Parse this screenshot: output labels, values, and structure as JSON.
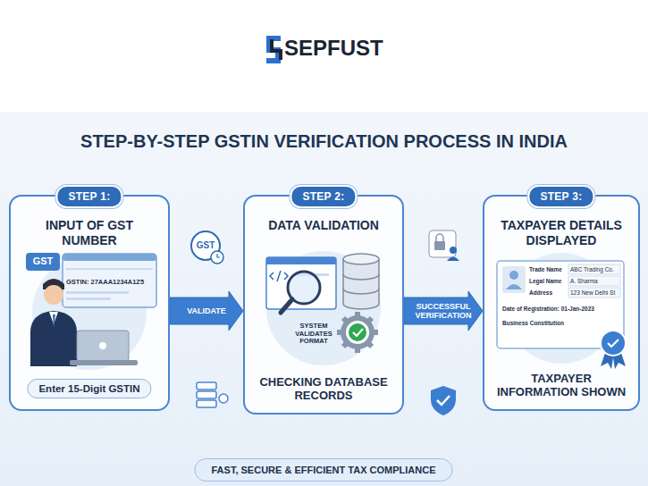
{
  "diagram": {
    "title": "STEP-BY-STEP GSTIN VERIFICATION PROCESS IN INDIA",
    "nodes": [
      {
        "text": [
          "INPUT OF GST NUMBER"
        ]
      },
      {
        "text": [
          "STEP 1:"
        ],
        "in": 0
      },
      {
        "text": [
          "Enter 15-Digit GSTIN"
        ],
        "in": 0
      },
      {
        "text": [
          "DATA VALIDATION",
          "CHECKING DATABASE RECORDS"
        ]
      },
      {
        "text": [
          "STEP 2:"
        ],
        "in": 3
      },
      {
        "text": [
          "TAXPAYER DETAILS DISPLAYED",
          "TAXPAYER INFORMATION SHOWN"
        ]
      },
      {
        "text": [
          "STEP 3:"
        ],
        "in": 5
      },
      {
        "text": [
          "FAST, SECURE & EFFICIENT TAX COMPLIANCE"
        ]
      }
    ],
    "edges": [
      {
        "from": 0,
        "to": 3,
        "label": "VALIDATE",
        "arrow": "to"
      },
      {
        "from": 3,
        "to": 5,
        "label": "SUCCESSFUL VERIFICATION",
        "arrow": "to"
      }
    ],
    "labels": [
      "SEPFUST",
      "GST",
      "GSTIN: 27AAA1234A1Z5",
      "GST",
      "SYSTEM VALIDATES FORMAT",
      "Trade Name",
      "ABC Trading Co.",
      "Legal Name",
      "A. Sharma",
      "Address",
      "123 New Delhi St",
      "Date of Registration: 01-Jan-2023",
      "Business Constitution"
    ]
  }
}
